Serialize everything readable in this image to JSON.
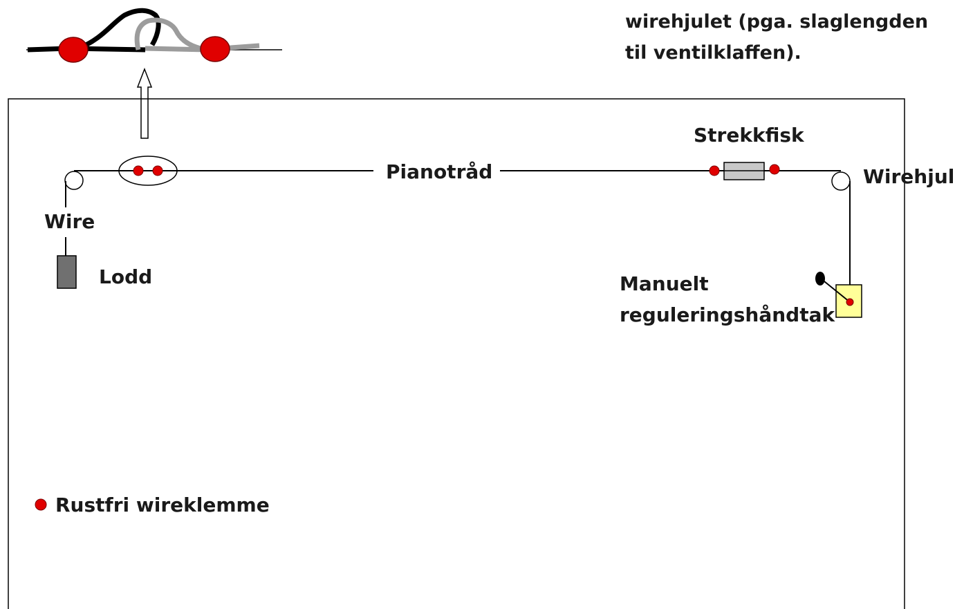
{
  "note": {
    "line1": "wirehjulet (pga. slaglengden",
    "line2": "til ventilklaffen)."
  },
  "labels": {
    "pianotrad": "Pianotråd",
    "strekkfisk": "Strekkfisk",
    "wirehjul": "Wirehjul",
    "wire": "Wire",
    "lodd": "Lodd",
    "handle_line1": "Manuelt",
    "handle_line2": "reguleringshåndtak"
  },
  "legend": {
    "clamp_label": "Rustfri wireklemme"
  },
  "colors": {
    "clamp": "#e00000",
    "weight": "#707070",
    "turnbuckle": "#c8c8c8",
    "handle_box": "#ffff99",
    "loop_dark": "#000000",
    "loop_light": "#a0a0a0"
  }
}
